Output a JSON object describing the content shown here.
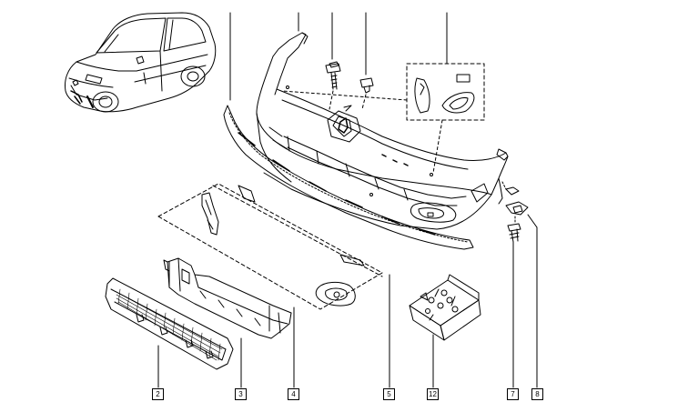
{
  "diagram": {
    "stroke_color": "#000000",
    "background": "#ffffff",
    "callouts": [
      {
        "id": "c2",
        "label": "2",
        "part": "lower-grille-mesh"
      },
      {
        "id": "c3",
        "label": "3",
        "part": "lower-air-deflector"
      },
      {
        "id": "c4",
        "label": "4",
        "part": "side-grille-insert"
      },
      {
        "id": "c5",
        "label": "5",
        "part": "fog-lamp-trim"
      },
      {
        "id": "c12",
        "label": "12",
        "part": "fixing-kit"
      },
      {
        "id": "c7",
        "label": "7",
        "part": "side-bolt"
      },
      {
        "id": "c8",
        "label": "8",
        "part": "side-bracket"
      }
    ]
  }
}
